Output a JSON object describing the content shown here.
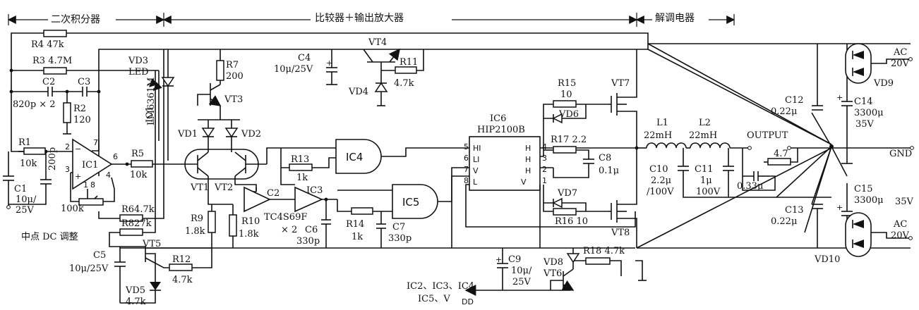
{
  "sections": {
    "integrator": "二次积分器",
    "comparator": "比较器＋输出放大器",
    "demod": "解调电器"
  },
  "labels": {
    "R4": "R4 47k",
    "R3": "R3 4.7M",
    "C2": "C2",
    "C3": "C3",
    "C2C3": "820p × 2",
    "R2": "R2",
    "R2v": "120",
    "R1": "R1",
    "R1v": "10k",
    "C1": "C1",
    "C1v": "10μ/",
    "C1v2": "25V",
    "C200": "200p",
    "IC1": "IC1",
    "R5": "R5",
    "R5v": "10k",
    "pot": "100k",
    "R6": "R64.7k",
    "R8": "R827k",
    "midDC": "中点 DC 调整",
    "C5": "C5",
    "C5v": "10μ/25V",
    "VD5": "VD5",
    "VD5v": "4.7k",
    "VT5": "VT5",
    "R12": "R12",
    "R12v": "4.7k",
    "VD3": "VD3",
    "VD3b": "LED",
    "IC1b": "IC1",
    "LM": "LM6361M",
    "R7": "R7",
    "R7v": "200",
    "VT3": "VT3",
    "VD1": "VD1",
    "VD2": "VD2",
    "VT1": "VT1",
    "VT2": "VT2",
    "R9": "R9",
    "R9v": "1.8k",
    "R10": "R10",
    "R10v": "1.8k",
    "C4": "C4",
    "C4v": "10μ/25V",
    "VT4": "VT4",
    "VD4": "VD4",
    "R11": "R11",
    "R11v": "4.7k",
    "R13": "R13",
    "R13v": "1k",
    "IC4": "IC4",
    "IC3": "IC3",
    "C2b": "C2",
    "TC": "TC4S69F",
    "TCx": "× 2",
    "C6": "C6",
    "C6v": "330p",
    "IC5": "IC5",
    "R14": "R14",
    "R14v": "1k",
    "C7": "C7",
    "C7v": "330p",
    "IC6": "IC6",
    "HIP": "HIP2100B",
    "R15": "R15",
    "R15v": "10",
    "VD6": "VD6",
    "VT7": "VT7",
    "R17": "R17 2.2",
    "C8": "C8",
    "C8v": "0.1μ",
    "VD7": "VD7",
    "R16": "R16 10",
    "VT8": "VT8",
    "L1": "L1",
    "L1v": "22mH",
    "L2": "L2",
    "L2v": "22mH",
    "OUTPUT": "OUTPUT",
    "C10": "C10",
    "C10v": "2.2μ",
    "C10v2": "/100V",
    "C11": "C11",
    "C11v": "1μ",
    "C11v2": "100V",
    "C12": "C12",
    "C12v": "0.22μ",
    "C14": "C14",
    "C14v": "3300μ",
    "C14v2": "35V",
    "VD9": "VD9",
    "AC1": "AC",
    "AC1v": "20V",
    "GND": "GND",
    "C15": "C15",
    "C15v": "3300μ",
    "C13": "C13",
    "C13v": "0.22μ",
    "v35": "35V",
    "AC2": "AC",
    "AC2v": "20V",
    "VD10": "VD10",
    "C033": "0.33μ",
    "R47": "4.7",
    "C9": "C9",
    "C9v": "10μ/",
    "C9v2": "25V",
    "VD8": "VD8",
    "VT6": "VT6",
    "R18": "R18 4.7k",
    "supply1": "IC2、IC3、IC4",
    "supply2": "IC5、V",
    "supply2sub": "DD",
    "pins": {
      "HI": "HI",
      "LI": "LI",
      "VSS": "V",
      "LO": "L",
      "HS": "H",
      "HO": "H",
      "HB": "H",
      "VDD": "V",
      "p5": "5",
      "p6": "6",
      "p7": "7",
      "p8": "8",
      "p4": "4",
      "p3": "3",
      "p2": "2",
      "p1": "1",
      "ic1p2": "2",
      "ic1p3": "3",
      "ic1p7": "7",
      "ic1p6": "6",
      "ic1p4": "4",
      "ic1p1": "1",
      "ic1p8": "8",
      "plus": "+",
      "minus": "−"
    }
  }
}
